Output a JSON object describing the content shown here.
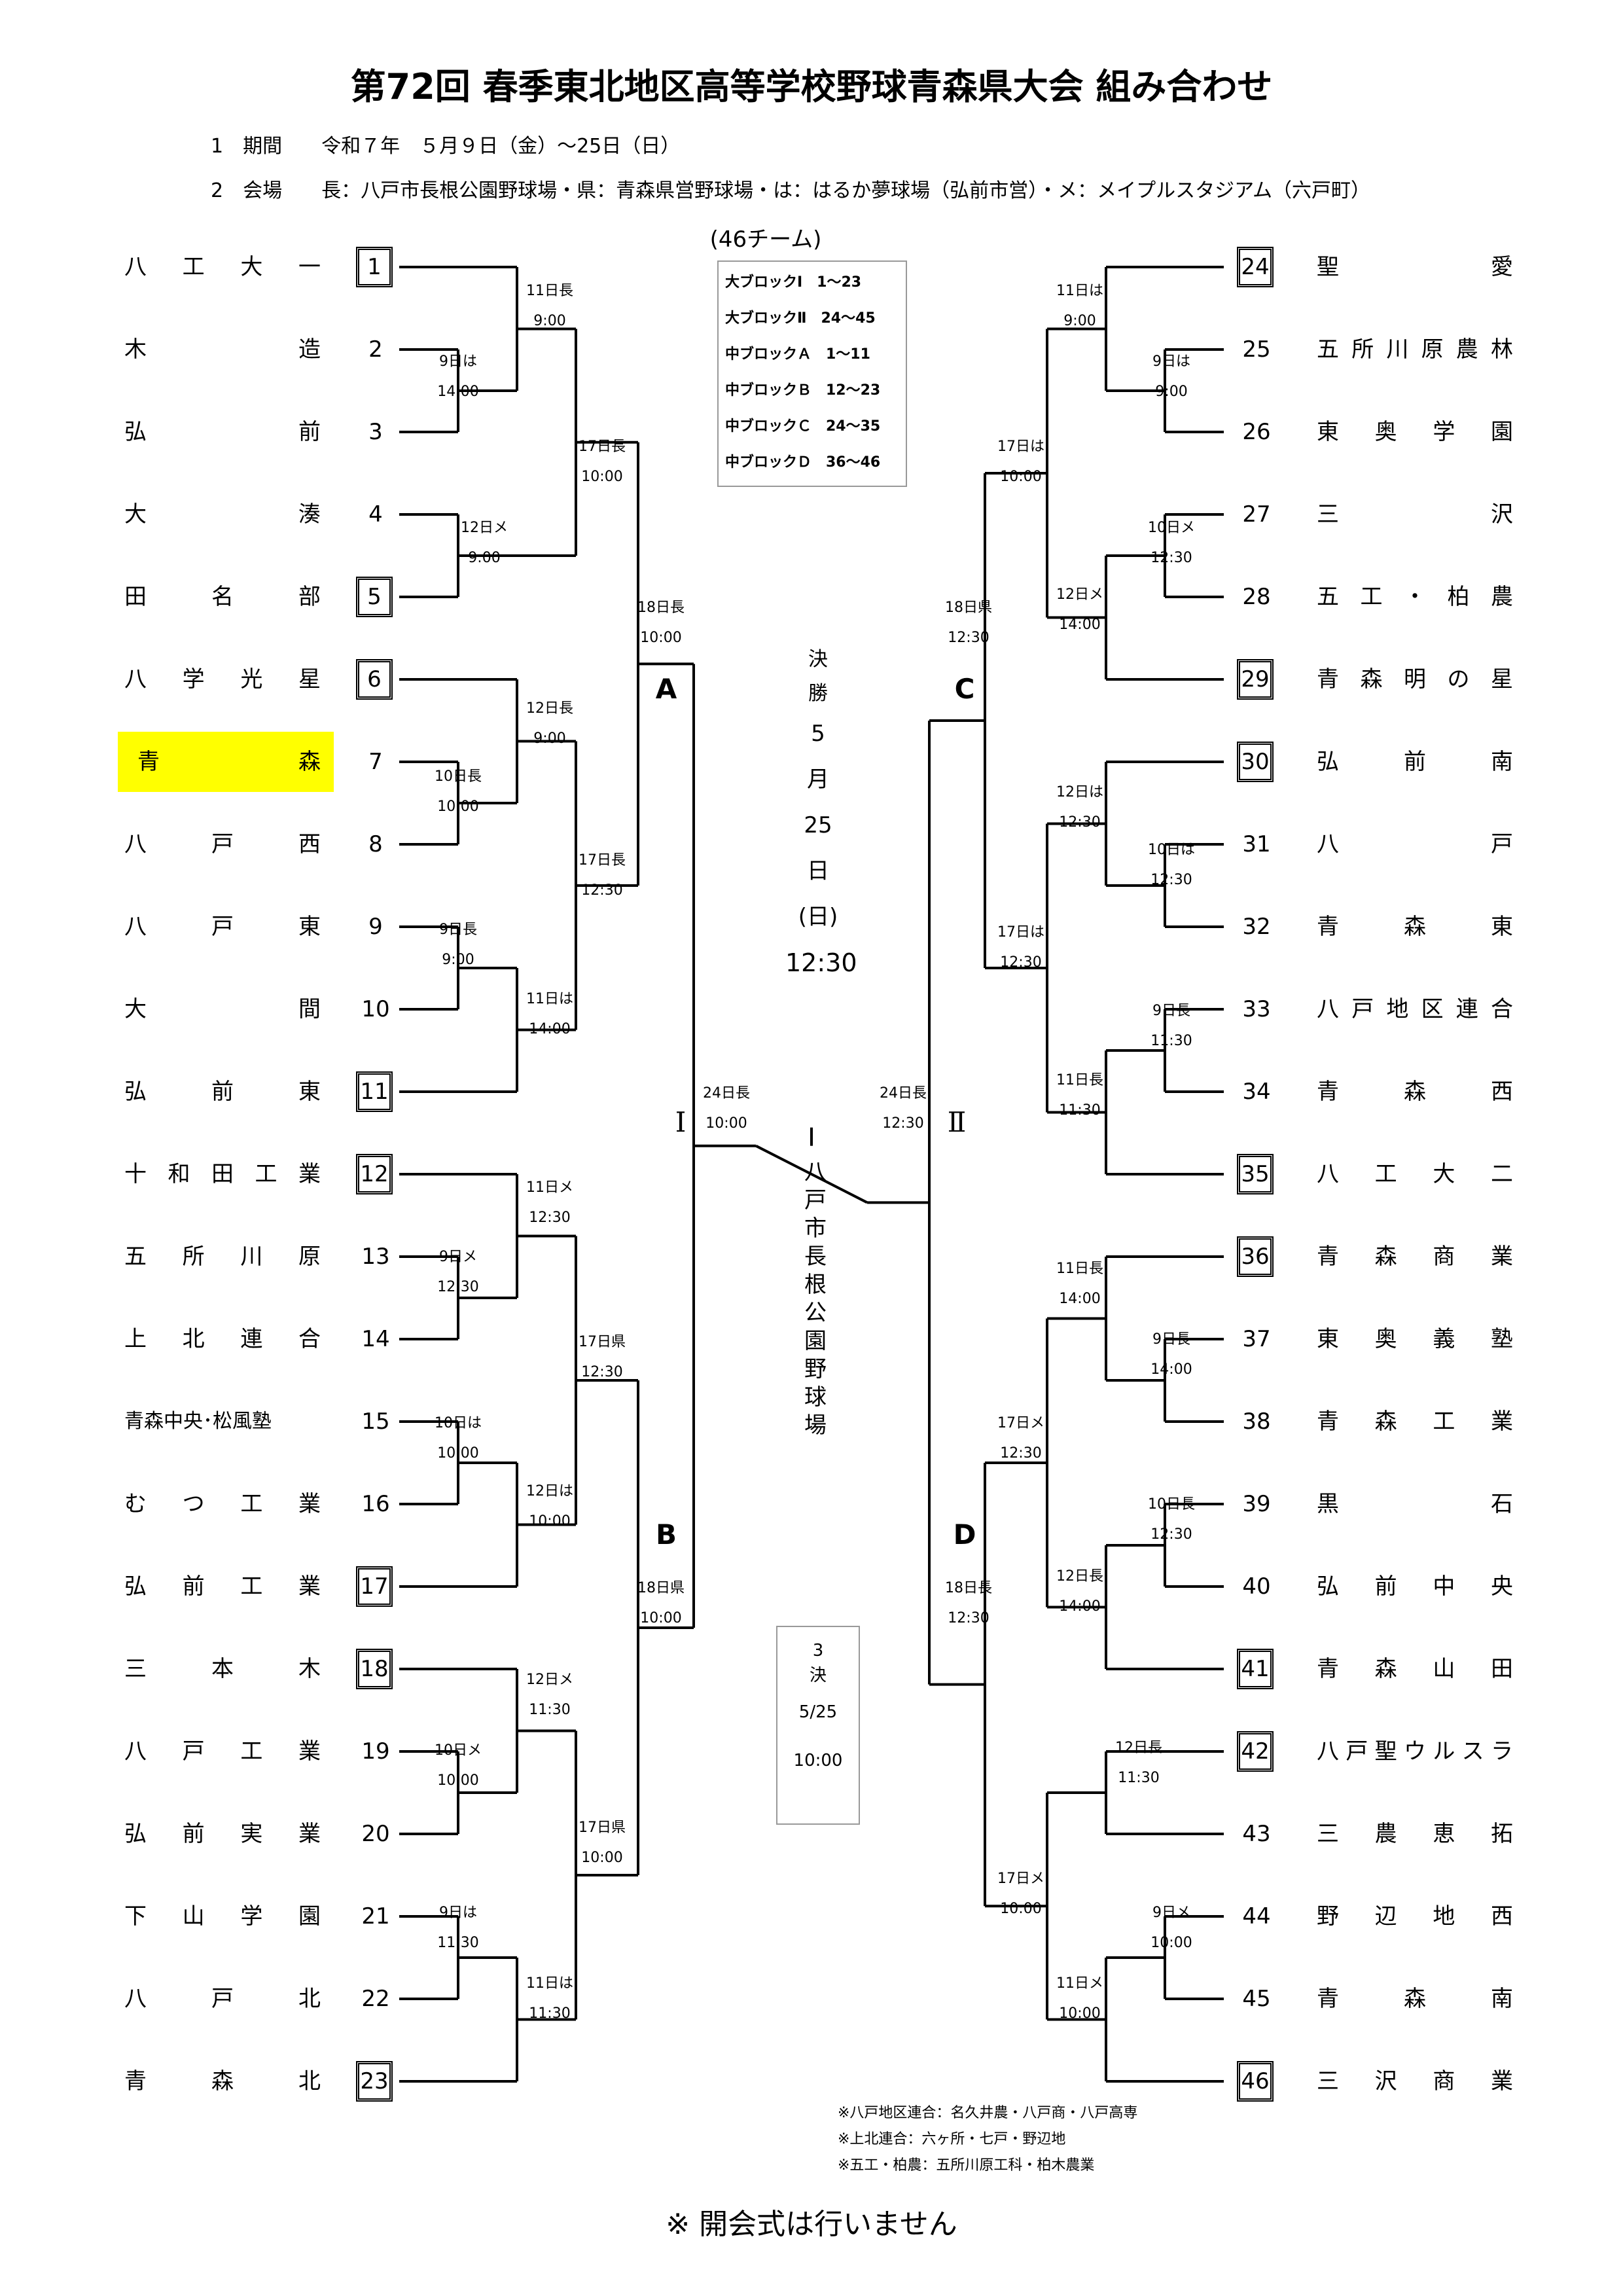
{
  "title": "第72回 春季東北地区高等学校野球青森県大会 組み合わせ",
  "info": [
    "1　期間　　令和７年　５月９日（金）～25日（日）",
    "2　会場　　長：八戸市長根公園野球場・県：青森県営野球場・は：はるか夢球場（弘前市営）・メ：メイプルスタジアム（六戸町）"
  ],
  "team_count": "(46チーム)",
  "block_list": [
    "大ブロックⅠ　1～23",
    "大ブロックⅡ　24～45",
    "中ブロックＡ　1～11",
    "中ブロックＢ　12～23",
    "中ブロックＣ　24～35",
    "中ブロックＤ　36～46"
  ],
  "left_teams": [
    {
      "num": "1",
      "name": "八工大一",
      "seed": true
    },
    {
      "num": "2",
      "name": "木造",
      "seed": false
    },
    {
      "num": "3",
      "name": "弘前",
      "seed": false
    },
    {
      "num": "4",
      "name": "大湊",
      "seed": false
    },
    {
      "num": "5",
      "name": "田名部",
      "seed": true
    },
    {
      "num": "6",
      "name": "八学光星",
      "seed": true
    },
    {
      "num": "7",
      "name": "青森",
      "seed": false,
      "highlight": true
    },
    {
      "num": "8",
      "name": "八戸西",
      "seed": false
    },
    {
      "num": "9",
      "name": "八戸東",
      "seed": false
    },
    {
      "num": "10",
      "name": "大間",
      "seed": false
    },
    {
      "num": "11",
      "name": "弘前東",
      "seed": true
    },
    {
      "num": "12",
      "name": "十和田工業",
      "seed": true
    },
    {
      "num": "13",
      "name": "五所川原",
      "seed": false
    },
    {
      "num": "14",
      "name": "上北連合",
      "seed": false
    },
    {
      "num": "15",
      "name": "青森中央･松風塾",
      "seed": false,
      "compact": true
    },
    {
      "num": "16",
      "name": "むつ工業",
      "seed": false
    },
    {
      "num": "17",
      "name": "弘前工業",
      "seed": true
    },
    {
      "num": "18",
      "name": "三本木",
      "seed": true
    },
    {
      "num": "19",
      "name": "八戸工業",
      "seed": false
    },
    {
      "num": "20",
      "name": "弘前実業",
      "seed": false
    },
    {
      "num": "21",
      "name": "下山学園",
      "seed": false
    },
    {
      "num": "22",
      "name": "八戸北",
      "seed": false
    },
    {
      "num": "23",
      "name": "青森北",
      "seed": true
    }
  ],
  "right_teams": [
    {
      "num": "24",
      "name": "聖愛",
      "seed": true
    },
    {
      "num": "25",
      "name": "五所川原農林",
      "seed": false
    },
    {
      "num": "26",
      "name": "東奥学園",
      "seed": false
    },
    {
      "num": "27",
      "name": "三沢",
      "seed": false
    },
    {
      "num": "28",
      "name": "五工・柏農",
      "seed": false
    },
    {
      "num": "29",
      "name": "青森明の星",
      "seed": true
    },
    {
      "num": "30",
      "name": "弘前南",
      "seed": true
    },
    {
      "num": "31",
      "name": "八戸",
      "seed": false
    },
    {
      "num": "32",
      "name": "青森東",
      "seed": false
    },
    {
      "num": "33",
      "name": "八戸地区連合",
      "seed": false
    },
    {
      "num": "34",
      "name": "青森西",
      "seed": false
    },
    {
      "num": "35",
      "name": "八工大二",
      "seed": true
    },
    {
      "num": "36",
      "name": "青森商業",
      "seed": true
    },
    {
      "num": "37",
      "name": "東奥義塾",
      "seed": false
    },
    {
      "num": "38",
      "name": "青森工業",
      "seed": false
    },
    {
      "num": "39",
      "name": "黒石",
      "seed": false
    },
    {
      "num": "40",
      "name": "弘前中央",
      "seed": false
    },
    {
      "num": "41",
      "name": "青森山田",
      "seed": true
    },
    {
      "num": "42",
      "name": "八戸聖ウルスラ",
      "seed": true
    },
    {
      "num": "43",
      "name": "三農恵拓",
      "seed": false
    },
    {
      "num": "44",
      "name": "野辺地西",
      "seed": false
    },
    {
      "num": "45",
      "name": "青森南",
      "seed": false
    },
    {
      "num": "46",
      "name": "三沢商業",
      "seed": true
    }
  ],
  "matches_left": [
    {
      "d": "11日長",
      "t": "9:00"
    },
    {
      "d": "9日は",
      "t": "14:00"
    },
    {
      "d": "17日長",
      "t": "10:00"
    },
    {
      "d": "12日メ",
      "t": "9:00"
    },
    {
      "d": "18日長",
      "t": "10:00"
    },
    {
      "d": "12日長",
      "t": "9:00"
    },
    {
      "d": "10日長",
      "t": "10:00"
    },
    {
      "d": "17日長",
      "t": "12:30"
    },
    {
      "d": "9日長",
      "t": "9:00"
    },
    {
      "d": "11日は",
      "t": "14:00"
    },
    {
      "d": "11日メ",
      "t": "12:30"
    },
    {
      "d": "9日メ",
      "t": "12:30"
    },
    {
      "d": "17日県",
      "t": "12:30"
    },
    {
      "d": "10日は",
      "t": "10:00"
    },
    {
      "d": "12日は",
      "t": "10:00"
    },
    {
      "d": "18日県",
      "t": "10:00"
    },
    {
      "d": "12日メ",
      "t": "11:30"
    },
    {
      "d": "10日メ",
      "t": "10:00"
    },
    {
      "d": "17日県",
      "t": "10:00"
    },
    {
      "d": "9日は",
      "t": "11:30"
    },
    {
      "d": "11日は",
      "t": "11:30"
    },
    {
      "d": "24日長",
      "t": "10:00"
    }
  ],
  "matches_right": [
    {
      "d": "11日は",
      "t": "9:00"
    },
    {
      "d": "9日は",
      "t": "9:00"
    },
    {
      "d": "17日は",
      "t": "10:00"
    },
    {
      "d": "10日メ",
      "t": "12:30"
    },
    {
      "d": "12日メ",
      "t": "14:00"
    },
    {
      "d": "18日県",
      "t": "12:30"
    },
    {
      "d": "12日は",
      "t": "12:30"
    },
    {
      "d": "10日は",
      "t": "12:30"
    },
    {
      "d": "17日は",
      "t": "12:30"
    },
    {
      "d": "9日長",
      "t": "11:30"
    },
    {
      "d": "11日長",
      "t": "11:30"
    },
    {
      "d": "11日長",
      "t": "14:00"
    },
    {
      "d": "9日長",
      "t": "14:00"
    },
    {
      "d": "17日メ",
      "t": "12:30"
    },
    {
      "d": "10日長",
      "t": "12:30"
    },
    {
      "d": "12日長",
      "t": "14:00"
    },
    {
      "d": "18日長",
      "t": "12:30"
    },
    {
      "d": "12日長",
      "t": "11:30"
    },
    {
      "d": "17日メ",
      "t": "10:00"
    },
    {
      "d": "9日メ",
      "t": "10:00"
    },
    {
      "d": "11日メ",
      "t": "10:00"
    },
    {
      "d": "24日長",
      "t": "12:30"
    }
  ],
  "blocks": {
    "A": "A",
    "B": "B",
    "C": "C",
    "D": "D",
    "I": "Ⅰ",
    "II": "Ⅱ"
  },
  "final": {
    "label1": "決",
    "label2": "勝",
    "month_day": [
      "5",
      "月",
      "25",
      "日"
    ],
    "weekday": "(日)",
    "time": "12:30"
  },
  "venue_vertical": [
    "八",
    "戸",
    "市",
    "長",
    "根",
    "公",
    "園",
    "野",
    "球",
    "場"
  ],
  "third_place": {
    "l1": "3",
    "l2": "決",
    "date": "5/25",
    "time": "10:00"
  },
  "notes": [
    "※八戸地区連合：名久井農・八戸商・八戸高専",
    "※上北連合：六ヶ所・七戸・野辺地",
    "※五工・柏農：五所川原工科・柏木農業"
  ],
  "footer": "※ 開会式は行いません"
}
